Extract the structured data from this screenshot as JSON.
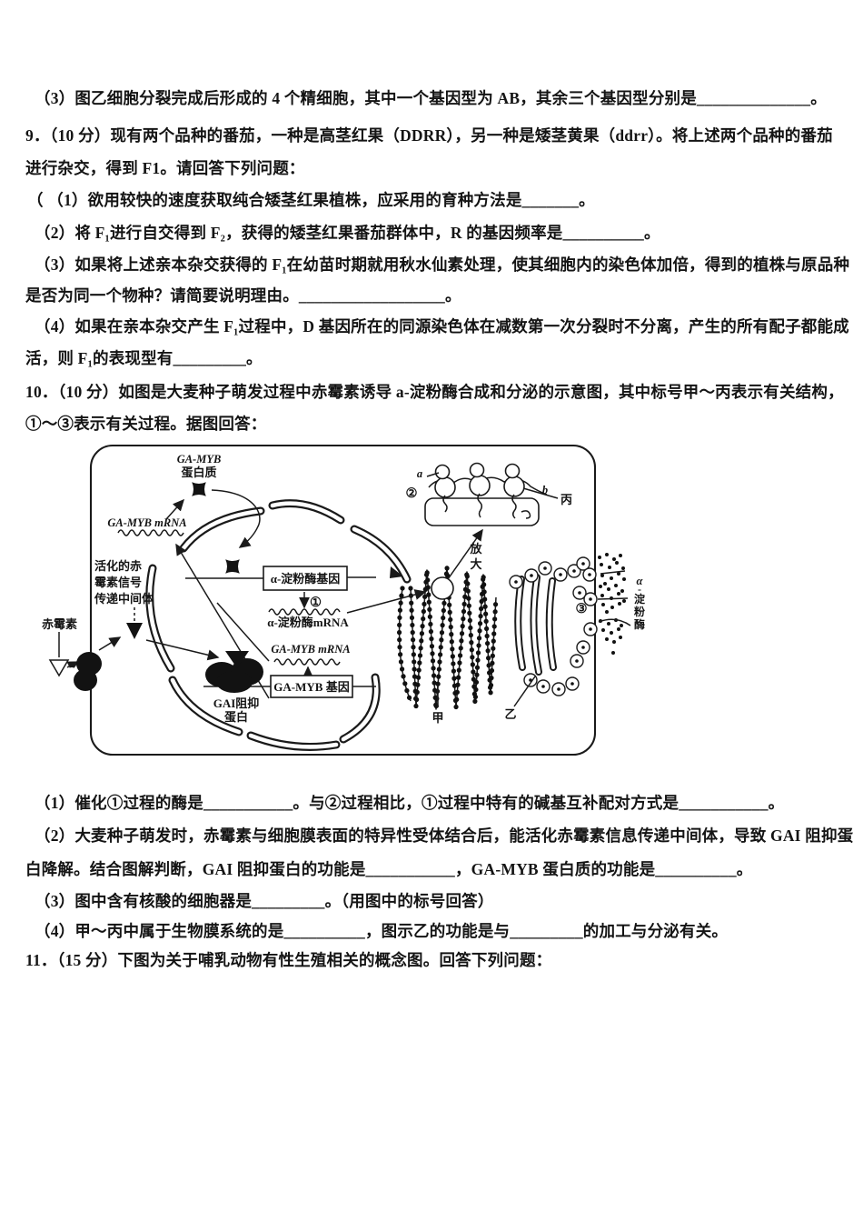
{
  "doc": {
    "lines": {
      "q8_3": "（3）图乙细胞分裂完成后形成的 4 个精细胞，其中一个基因型为 AB，其余三个基因型分别是______________。",
      "q9_h1": "9．（10 分）现有两个品种的番茄，一种是高茎红果（DDRR），另一种是矮茎黄果（ddrr）。将上述两个品种的番茄",
      "q9_h2": "进行杂交，得到 F1。请回答下列问题：",
      "q9_1": "（ （1）欲用较快的速度获取纯合矮茎红果植株，应采用的育种方法是_______。",
      "q9_2": "（2）将 F₁进行自交得到 F₂，获得的矮茎红果番茄群体中，R 的基因频率是__________。",
      "q9_3a": "（3）如果将上述亲本杂交获得的 F₁在幼苗时期就用秋水仙素处理，使其细胞内的染色体加倍，得到的植株与原品种",
      "q9_3b": "是否为同一个物种？请简要说明理由。__________________。",
      "q9_4a": "（4）如果在亲本杂交产生 F₁过程中，D 基因所在的同源染色体在减数第一次分裂时不分离，产生的所有配子都能成",
      "q9_4b": "活，则 F₁的表现型有_________。",
      "q10_h1": "10．（10 分）如图是大麦种子萌发过程中赤霉素诱导 a-淀粉酶合成和分泌的示意图，其中标号甲〜丙表示有关结构，",
      "q10_h2": "①〜③表示有关过程。据图回答：",
      "q10_1": "（1）催化①过程的酶是___________。与②过程相比，①过程中特有的碱基互补配对方式是___________。",
      "q10_2a": "（2）大麦种子萌发时，赤霉素与细胞膜表面的特异性受体结合后，能活化赤霉素信息传递中间体，导致 GAI 阻抑蛋",
      "q10_2b": "白降解。结合图解判断，GAI 阻抑蛋白的功能是___________，GA-MYB 蛋白质的功能是__________。",
      "q10_3": "（3）图中含有核酸的细胞器是_________。（用图中的标号回答）",
      "q10_4": "（4）甲〜丙中属于生物膜系统的是__________，图示乙的功能是与_________的加工与分泌有关。",
      "q11_h": "11．（15 分）下图为关于哺乳动物有性生殖相关的概念图。回答下列问题："
    }
  },
  "diagram": {
    "labels": {
      "gamyb_protein_1": "GA-MYB",
      "gamyb_protein_2": "蛋白质",
      "gamyb_mrna_cyto": "GA-MYB mRNA",
      "intermediate_1": "活化的赤",
      "intermediate_2": "霉素信号",
      "intermediate_3": "传递中间体",
      "gibberellin": "赤霉素",
      "amylase_gene": "α-淀粉酶基因",
      "step1": "①",
      "step2": "②",
      "step3": "③",
      "amylase_mrna": "α-淀粉酶mRNA",
      "gamyb_mrna_nuc": "GA-MYB mRNA",
      "gamyb_gene": "GA-MYB 基因",
      "gai_1": "GAI阻抑",
      "gai_2": "蛋白",
      "label_a": "a",
      "label_b": "b",
      "jia": "甲",
      "yi": "乙",
      "bing": "丙",
      "magnify_1": "放",
      "magnify_2": "大",
      "amylase_v1": "α",
      "amylase_v2": "-",
      "amylase_v3": "淀",
      "amylase_v4": "粉",
      "amylase_v5": "酶"
    }
  }
}
